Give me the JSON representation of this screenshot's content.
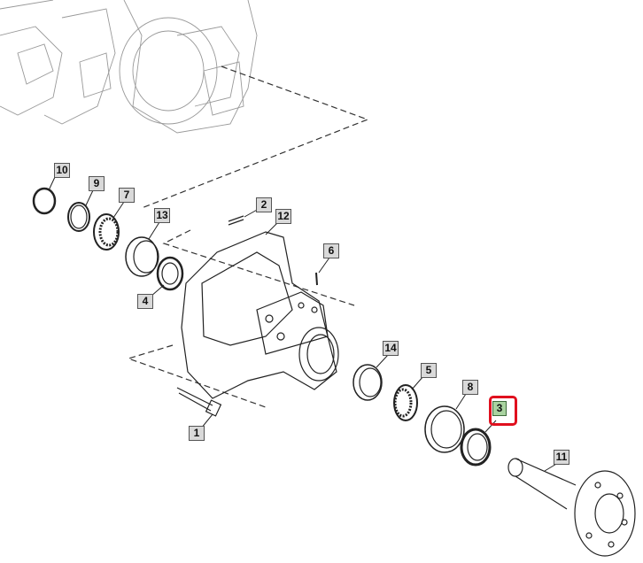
{
  "diagram": {
    "selected_callout": "3",
    "highlight_color": "#e0101e",
    "callouts": [
      {
        "id": "10",
        "label": "10"
      },
      {
        "id": "9",
        "label": "9"
      },
      {
        "id": "7",
        "label": "7"
      },
      {
        "id": "13",
        "label": "13"
      },
      {
        "id": "4",
        "label": "4"
      },
      {
        "id": "2",
        "label": "2"
      },
      {
        "id": "12",
        "label": "12"
      },
      {
        "id": "6",
        "label": "6"
      },
      {
        "id": "14",
        "label": "14"
      },
      {
        "id": "5",
        "label": "5"
      },
      {
        "id": "8",
        "label": "8"
      },
      {
        "id": "3",
        "label": "3"
      },
      {
        "id": "11",
        "label": "11"
      },
      {
        "id": "1",
        "label": "1"
      }
    ]
  }
}
